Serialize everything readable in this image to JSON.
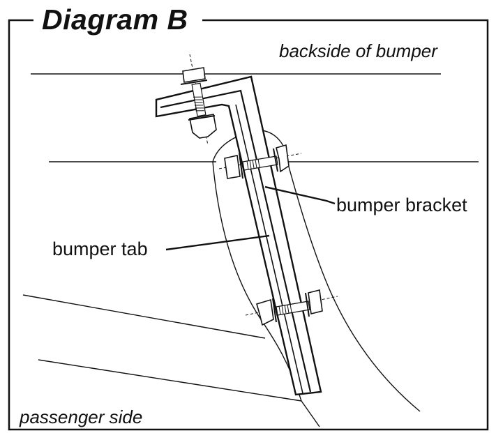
{
  "title": "Diagram B",
  "labels": {
    "backside": "backside of bumper",
    "bracket": "bumper bracket",
    "tab": "bumper tab",
    "passenger": "passenger side"
  }
}
